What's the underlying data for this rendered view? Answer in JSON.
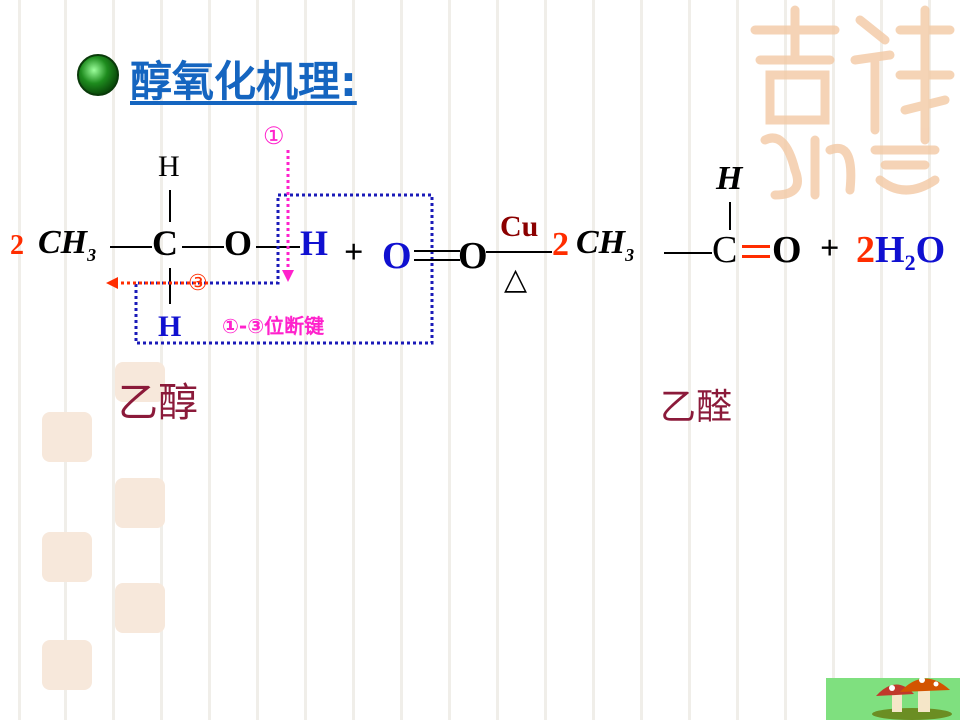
{
  "title": "醇氧化机理:",
  "colors": {
    "title": "#1565c0",
    "black": "#000000",
    "blue": "#1010d0",
    "red": "#ff2d00",
    "maroon": "#8b1a3a",
    "magenta": "#ff22cc",
    "darkred": "#8b0000",
    "dotted_box": "#1a1ab8",
    "bullet": "#1e8c1e"
  },
  "ethanol": {
    "coef": "2",
    "ch3": "CH",
    "sub3": "3",
    "c": "C",
    "o": "O",
    "h_right": "H",
    "h_top": "H",
    "h_bottom": "H",
    "marker_top": "①",
    "marker_left": "③",
    "break_note": "①-③位断键",
    "name": "乙醇"
  },
  "oxygen": {
    "plus": "+",
    "o1": "O",
    "o2": "O"
  },
  "condition": {
    "catalyst": "Cu",
    "heat": "△"
  },
  "acetaldehyde": {
    "coef": "2",
    "ch3": "CH",
    "sub3": "3",
    "c": "C",
    "o": "O",
    "h_top": "H",
    "name": "乙醛"
  },
  "water": {
    "plus": "+",
    "coef": "2",
    "h": "H",
    "sub2": "2",
    "o": "O"
  },
  "decoration": {
    "watermark": "吉祥如意"
  }
}
